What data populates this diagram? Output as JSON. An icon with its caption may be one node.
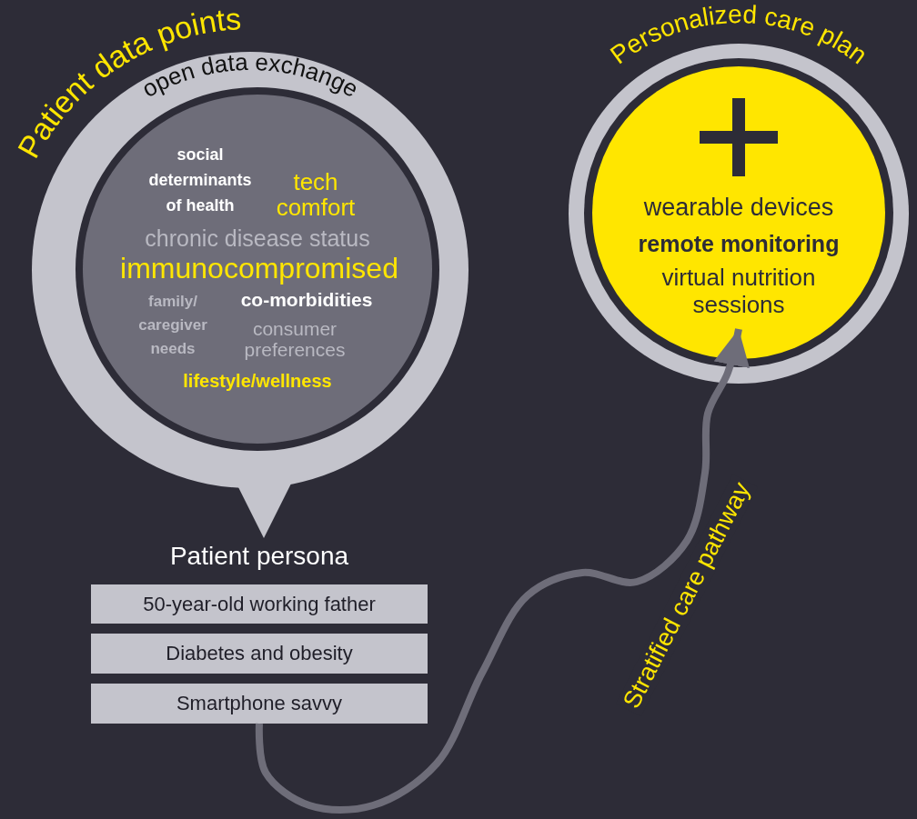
{
  "diagram": {
    "nodes": [
      {
        "text": [
          "Patient data points",
          "open data exchange"
        ]
      },
      {
        "text": [
          "social determinants of health",
          "tech comfort",
          "chronic disease status",
          "immunocompromised",
          "family/ caregiver needs",
          "co-morbidities",
          "consumer preferences",
          "lifestyle/wellness"
        ],
        "in": 0
      },
      {
        "text": [
          "50-year-old working father"
        ]
      },
      {
        "text": [
          "Diabetes and obesity"
        ]
      },
      {
        "text": [
          "Smartphone savvy"
        ]
      },
      {
        "text": [
          "Personalized care plan"
        ]
      },
      {
        "text": [
          "wearable devices",
          "remote monitoring",
          "virtual nutrition sessions"
        ],
        "in": 5
      }
    ],
    "edges": [
      {
        "from": 4,
        "to": 6,
        "arrow": "to",
        "label": "Stratified care pathway"
      }
    ],
    "labels": [
      "Patient persona"
    ]
  }
}
